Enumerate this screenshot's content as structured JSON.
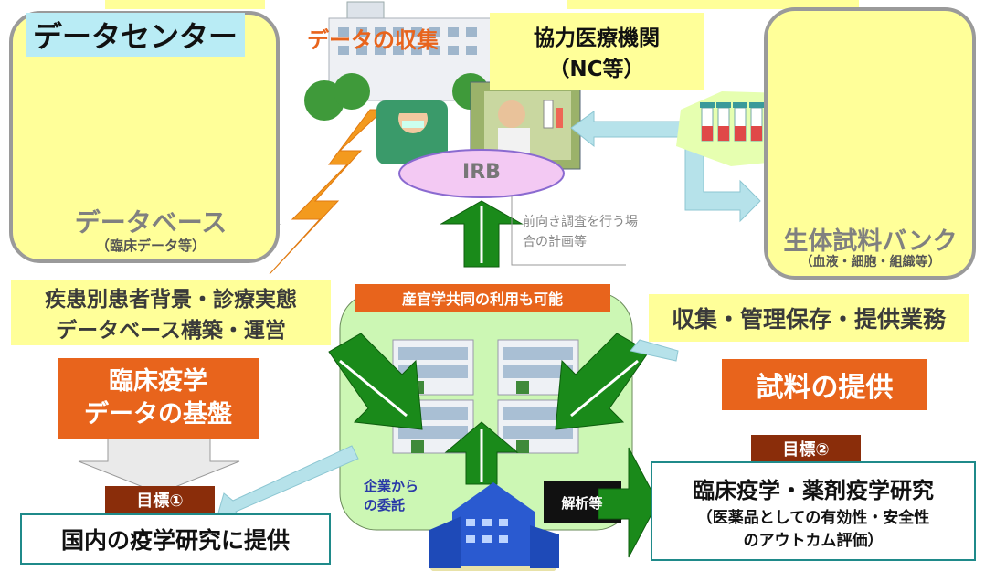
{
  "data_center": {
    "title": "データセンター",
    "database_label": "データベース",
    "database_sub": "（臨床データ等）"
  },
  "collection": {
    "label": "データの収集",
    "institution_line1": "協力医療機関",
    "institution_line2": "（NC等）",
    "irb": "IRB",
    "prospective_note_line1": "前向き調査を行う場",
    "prospective_note_line2": "合の計画等"
  },
  "biobank": {
    "title": "生体試料バンク",
    "sub": "（血液・細胞・組織等）"
  },
  "left_info": {
    "line1": "疾患別患者背景・診療実態",
    "line2": "データベース構築・運営"
  },
  "right_info": "収集・管理保存・提供業務",
  "center": {
    "joint_use": "産官学共同の利用も可能",
    "commission_line1": "企業から",
    "commission_line2": "の委託",
    "analysis": "解析等"
  },
  "foundation": {
    "line1": "臨床疫学",
    "line2": "データの基盤"
  },
  "sample_supply": "試料の提供",
  "goal1": {
    "tag": "目標①",
    "text": "国内の疫学研究に提供"
  },
  "goal2": {
    "tag": "目標②",
    "line1": "臨床疫学・薬剤疫学研究",
    "line2": "（医薬品としての有効性・安全性",
    "line3": "のアウトカム評価）"
  },
  "colors": {
    "panel_fill": "#ffff99",
    "orange": "#e8641c",
    "brown": "#8a2d0a",
    "green_arrow": "#1a8a1a",
    "teal_border": "#1f8a8a"
  }
}
